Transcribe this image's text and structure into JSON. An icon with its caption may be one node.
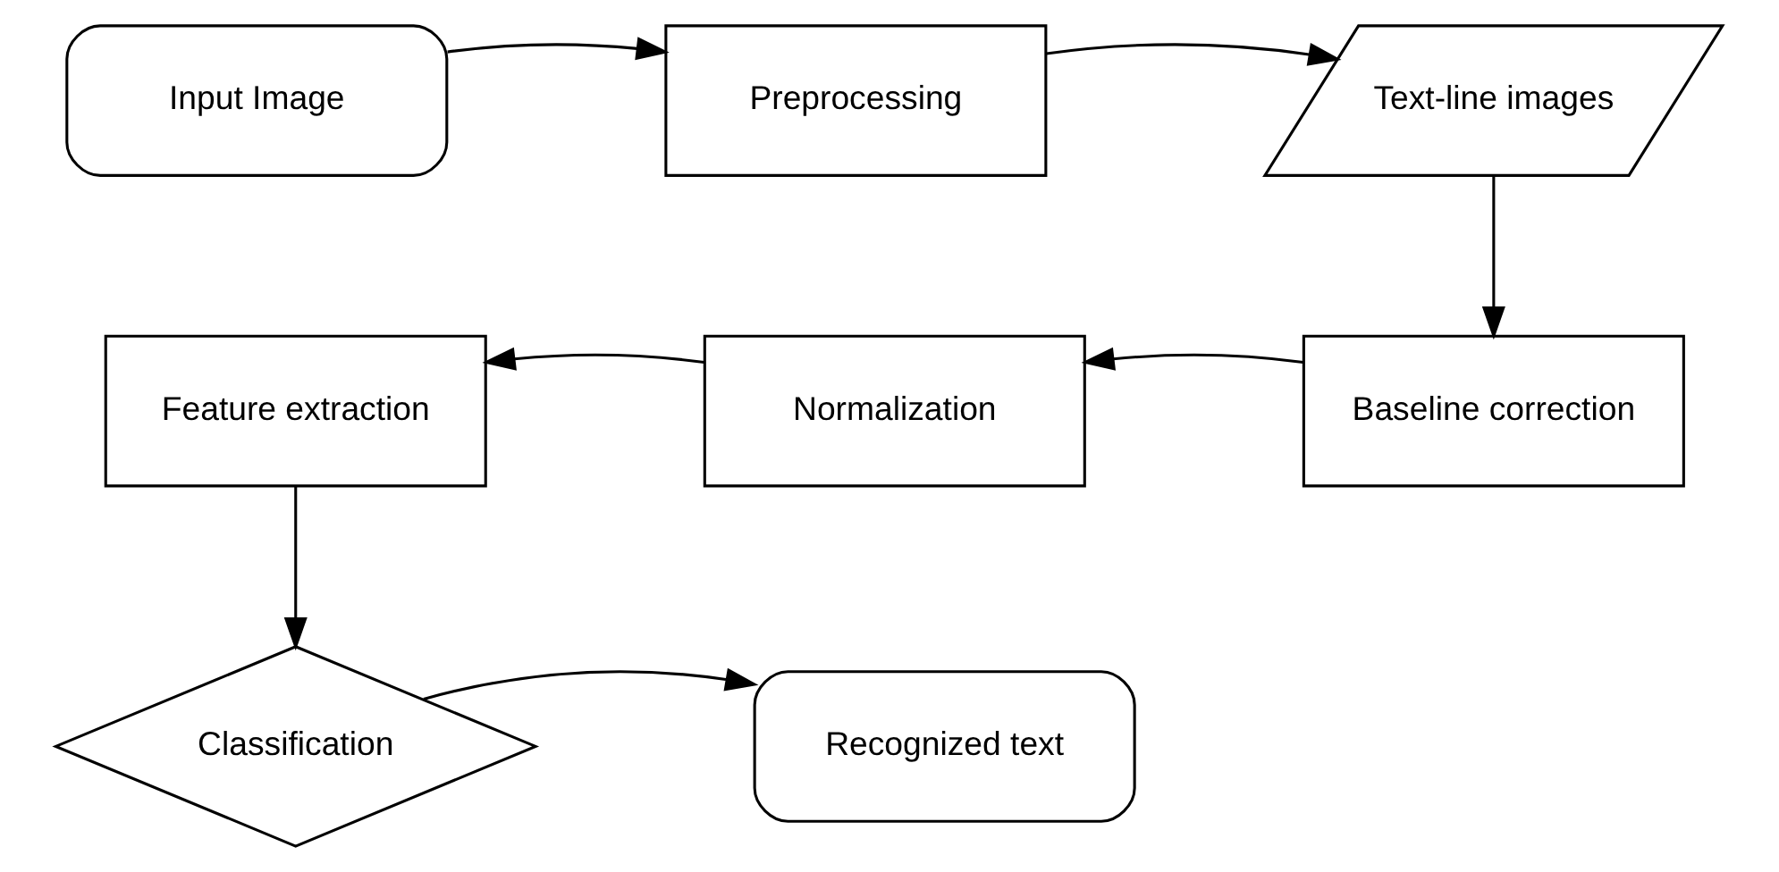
{
  "diagram": {
    "nodes": [
      {
        "text": [
          "Input Image"
        ]
      },
      {
        "text": [
          "Preprocessing"
        ]
      },
      {
        "text": [
          "Text-line images"
        ]
      },
      {
        "text": [
          "Baseline correction"
        ]
      },
      {
        "text": [
          "Normalization"
        ]
      },
      {
        "text": [
          "Feature extraction"
        ]
      },
      {
        "text": [
          "Classification"
        ]
      },
      {
        "text": [
          "Recognized text"
        ]
      }
    ],
    "edges": [
      {
        "from": 0,
        "to": 1,
        "arrow": "to"
      },
      {
        "from": 1,
        "to": 2,
        "arrow": "to"
      },
      {
        "from": 2,
        "to": 3,
        "arrow": "to"
      },
      {
        "from": 3,
        "to": 4,
        "arrow": "to"
      },
      {
        "from": 4,
        "to": 5,
        "arrow": "to"
      },
      {
        "from": 5,
        "to": 6,
        "arrow": "to"
      },
      {
        "from": 6,
        "to": 7,
        "arrow": "to"
      }
    ]
  }
}
